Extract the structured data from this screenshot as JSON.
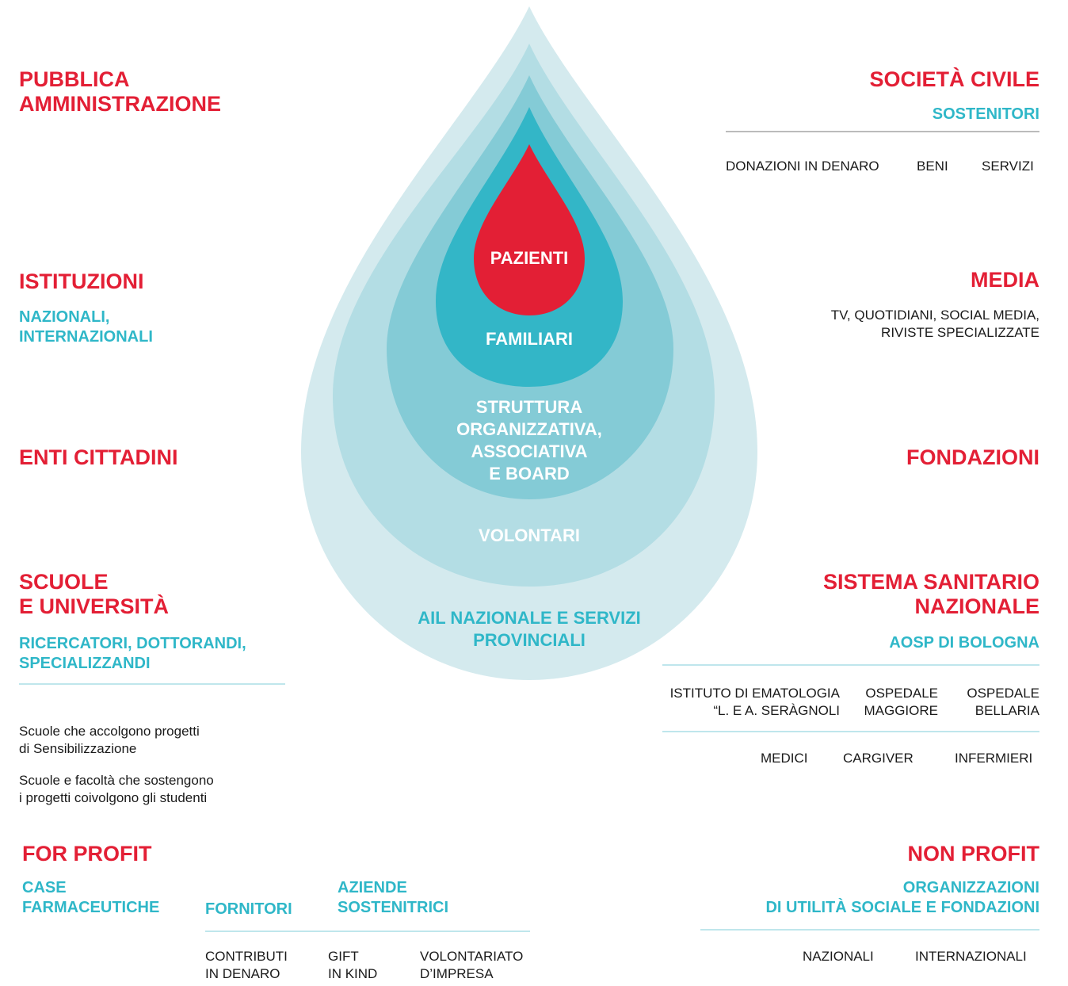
{
  "colors": {
    "red": "#e31f35",
    "teal": "#2fb7c8",
    "drop1": "#d4eaee",
    "drop2": "#b3dde4",
    "drop3": "#84cbd6",
    "drop4": "#33b6c7",
    "rule_teal": "#bfe6ec",
    "rule_grey": "#bbbbbb"
  },
  "drop": {
    "pazienti": "PAZIENTI",
    "familiari": "FAMILIARI",
    "struttura": [
      "STRUTTURA",
      "ORGANIZZATIVA,",
      "ASSOCIATIVA",
      "E BOARD"
    ],
    "volontari": "VOLONTARI",
    "ail": [
      "AIL NAZIONALE E SERVIZI",
      "PROVINCIALI"
    ]
  },
  "left": {
    "pa": [
      "PUBBLICA",
      "AMMINISTRAZIONE"
    ],
    "istituzioni": {
      "title": "ISTITUZIONI",
      "sub": [
        "NAZIONALI,",
        "INTERNAZIONALI"
      ]
    },
    "enti": "ENTI CITTADINI",
    "scuole": {
      "title": [
        "SCUOLE",
        "E UNIVERSITÀ"
      ],
      "sub": [
        "RICERCATORI, DOTTORANDI,",
        "SPECIALIZZANDI"
      ],
      "note1": [
        "Scuole che accolgono progetti",
        "di Sensibilizzazione"
      ],
      "note2": [
        "Scuole e facoltà che sostengono",
        "i progetti coivolgono gli studenti"
      ]
    },
    "forprofit": {
      "title": "FOR PROFIT",
      "case": [
        "CASE",
        "FARMACEUTICHE"
      ],
      "fornitori": "FORNITORI",
      "aziende": [
        "AZIENDE",
        "SOSTENITRICI"
      ],
      "items": [
        [
          "CONTRIBUTI",
          "IN DENARO"
        ],
        [
          "GIFT",
          "IN KIND"
        ],
        [
          "VOLONTARIATO",
          "D’IMPRESA"
        ]
      ]
    }
  },
  "right": {
    "societa": {
      "title": "SOCIETÀ CIVILE",
      "sub": "SOSTENITORI",
      "items": [
        "DONAZIONI IN DENARO",
        "BENI",
        "SERVIZI"
      ]
    },
    "media": {
      "title": "MEDIA",
      "lines": [
        "TV, QUOTIDIANI, SOCIAL MEDIA,",
        "RIVISTE SPECIALIZZATE"
      ]
    },
    "fondazioni": "FONDAZIONI",
    "ssn": {
      "title": [
        "SISTEMA SANITARIO",
        "NAZIONALE"
      ],
      "sub": "AOSP DI BOLOGNA",
      "places": [
        [
          "ISTITUTO DI EMATOLOGIA",
          "“L. E A. SERÀGNOLI"
        ],
        [
          "OSPEDALE",
          "MAGGIORE"
        ],
        [
          "OSPEDALE",
          "BELLARIA"
        ]
      ],
      "roles": [
        "MEDICI",
        "CARGIVER",
        "INFERMIERI"
      ]
    },
    "nonprofit": {
      "title": "NON PROFIT",
      "sub": [
        "ORGANIZZAZIONI",
        "DI UTILITÀ SOCIALE E FONDAZIONI"
      ],
      "items": [
        "NAZIONALI",
        "INTERNAZIONALI"
      ]
    }
  }
}
